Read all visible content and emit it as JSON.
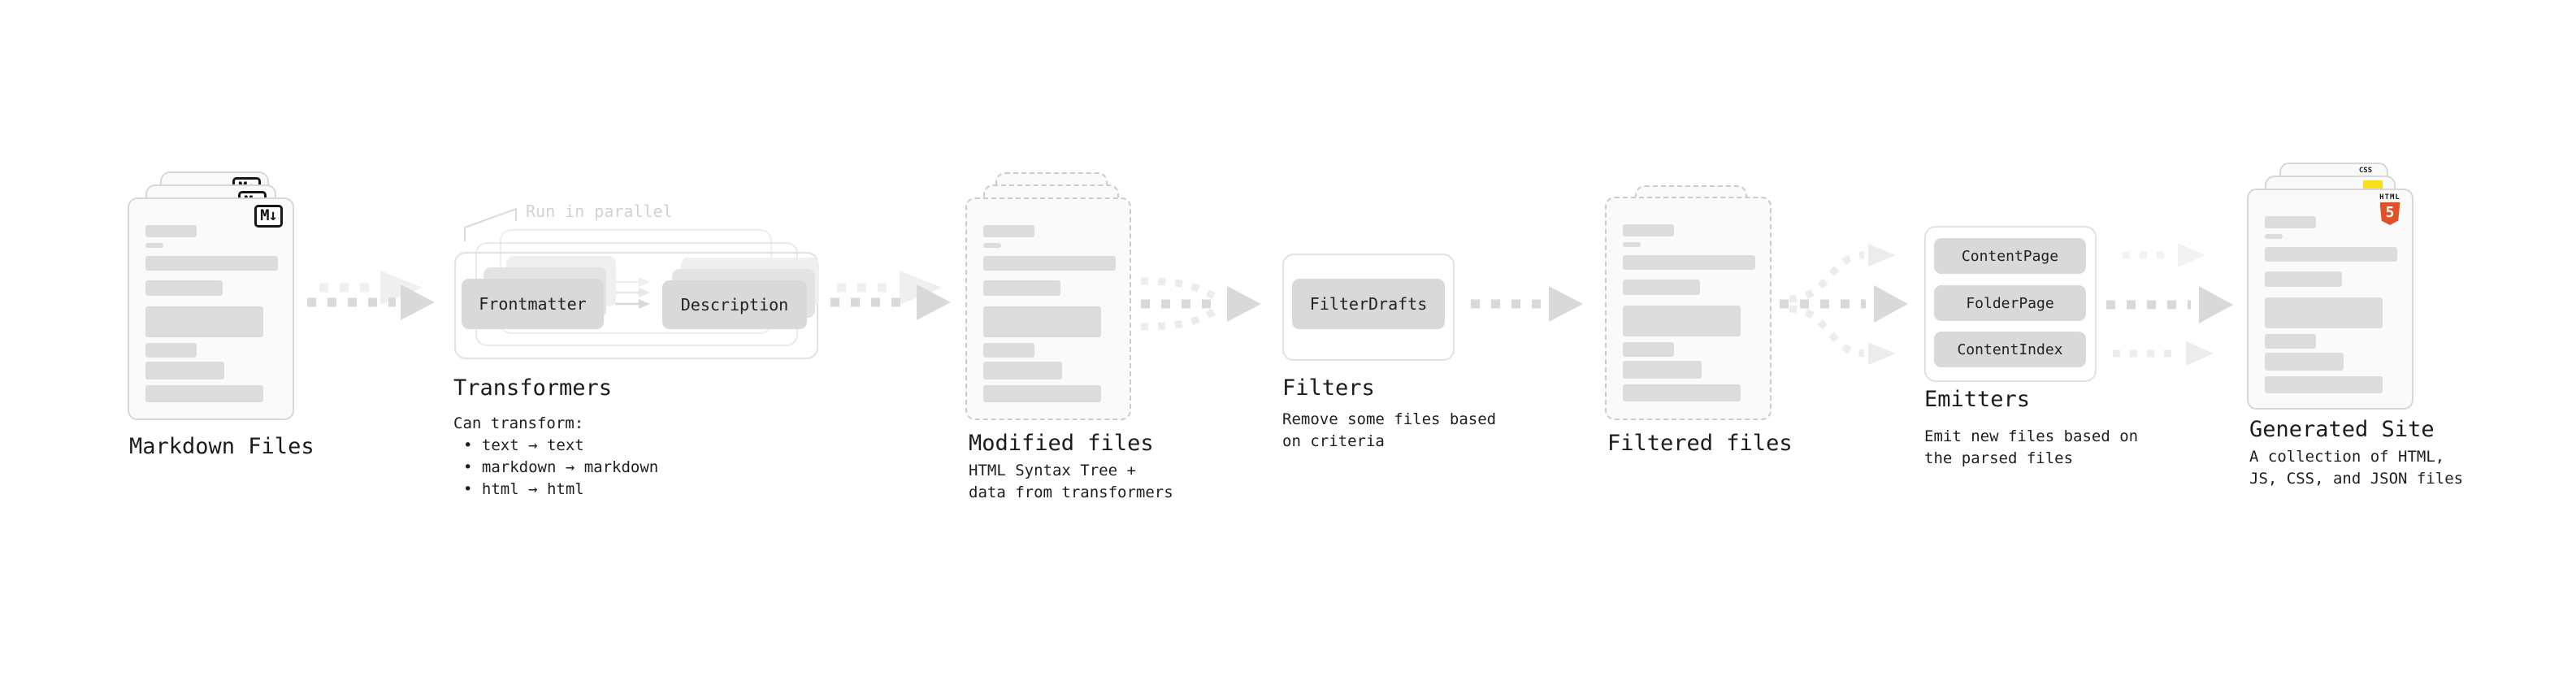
{
  "stages": [
    {
      "id": "markdown-files",
      "label": "Markdown Files",
      "file_badge": "M↓",
      "file_count": 3
    },
    {
      "id": "transformers",
      "label": "Transformers",
      "annotation": "Run in parallel",
      "pills": [
        "Frontmatter",
        "Description"
      ],
      "description": "Can transform:",
      "bullets": [
        "• text → text",
        "• markdown → markdown",
        "• html → html"
      ]
    },
    {
      "id": "modified-files",
      "label": "Modified files",
      "description_lines": [
        "HTML Syntax Tree +",
        "data from transformers"
      ]
    },
    {
      "id": "filters",
      "label": "Filters",
      "pills": [
        "FilterDrafts"
      ],
      "description_lines": [
        "Remove some files based",
        "on criteria"
      ]
    },
    {
      "id": "filtered-files",
      "label": "Filtered files",
      "file_count": 2
    },
    {
      "id": "emitters",
      "label": "Emitters",
      "pills": [
        "ContentPage",
        "FolderPage",
        "ContentIndex"
      ],
      "description_lines": [
        "Emit new files based on",
        "the parsed files"
      ]
    },
    {
      "id": "generated-site",
      "label": "Generated Site",
      "badges": {
        "css_label": "CSS",
        "html_label": "HTML",
        "html_number": "5"
      },
      "description_lines": [
        "A collection of HTML,",
        "JS, CSS, and JSON files"
      ]
    }
  ],
  "colors": {
    "html5_orange": "#e34f26",
    "js_yellow": "#f7df1e",
    "css_blue": "#2e6be5",
    "arrow_dark": "#d9d9d9",
    "arrow_light": "#ededed",
    "doc_fill": "#fafafa",
    "bar_fill": "#dcdcdc"
  }
}
